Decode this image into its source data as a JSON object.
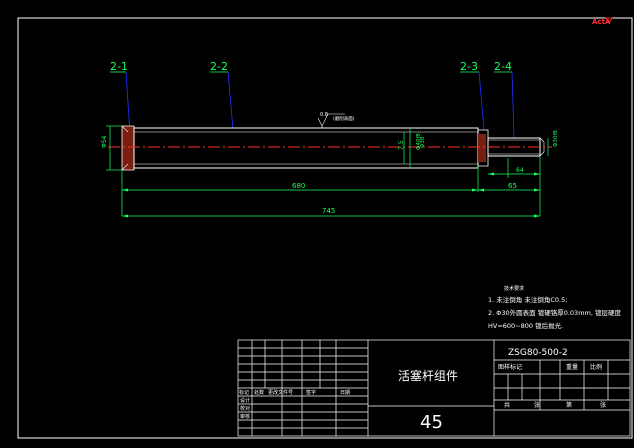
{
  "corner_logo": "ActA",
  "part_labels": [
    "2-1",
    "2-2",
    "2-3",
    "2-4"
  ],
  "dimensions": {
    "diameter_left": "Φ54",
    "diameter_inner": "Φ40f8",
    "diameter_inner2": "Φ38",
    "dim_75": "7.5",
    "length_body": "680",
    "length_rod": "65",
    "length_total": "745",
    "length_short": "64",
    "diameter_rod": "Φ30f8",
    "roughness": "0.8",
    "roughness_note": "(磨削表面)"
  },
  "tech_notes": {
    "title": "技术要求",
    "line1": "1. 未注倒角   未注倒角C0.5;",
    "line2": "2. Φ30外圆表面   镀硬铬厚0.03mm,   镀层硬度",
    "line3": "HV=600~800  镀后抛光."
  },
  "title_block": {
    "drawing_number": "ZSG80-500-2",
    "part_name": "活塞杆组件",
    "material": "45",
    "stage_label": "图样标记",
    "weight_label": "重量",
    "scale_label": "比例",
    "sheet_label": "共",
    "sheet_of": "第",
    "pages_label": "张",
    "rev_headers": [
      "标记",
      "处数",
      "更改文件号",
      "签字",
      "日期"
    ],
    "designer_label": "设计",
    "checker_label": "校对",
    "approver_label": "审核"
  }
}
